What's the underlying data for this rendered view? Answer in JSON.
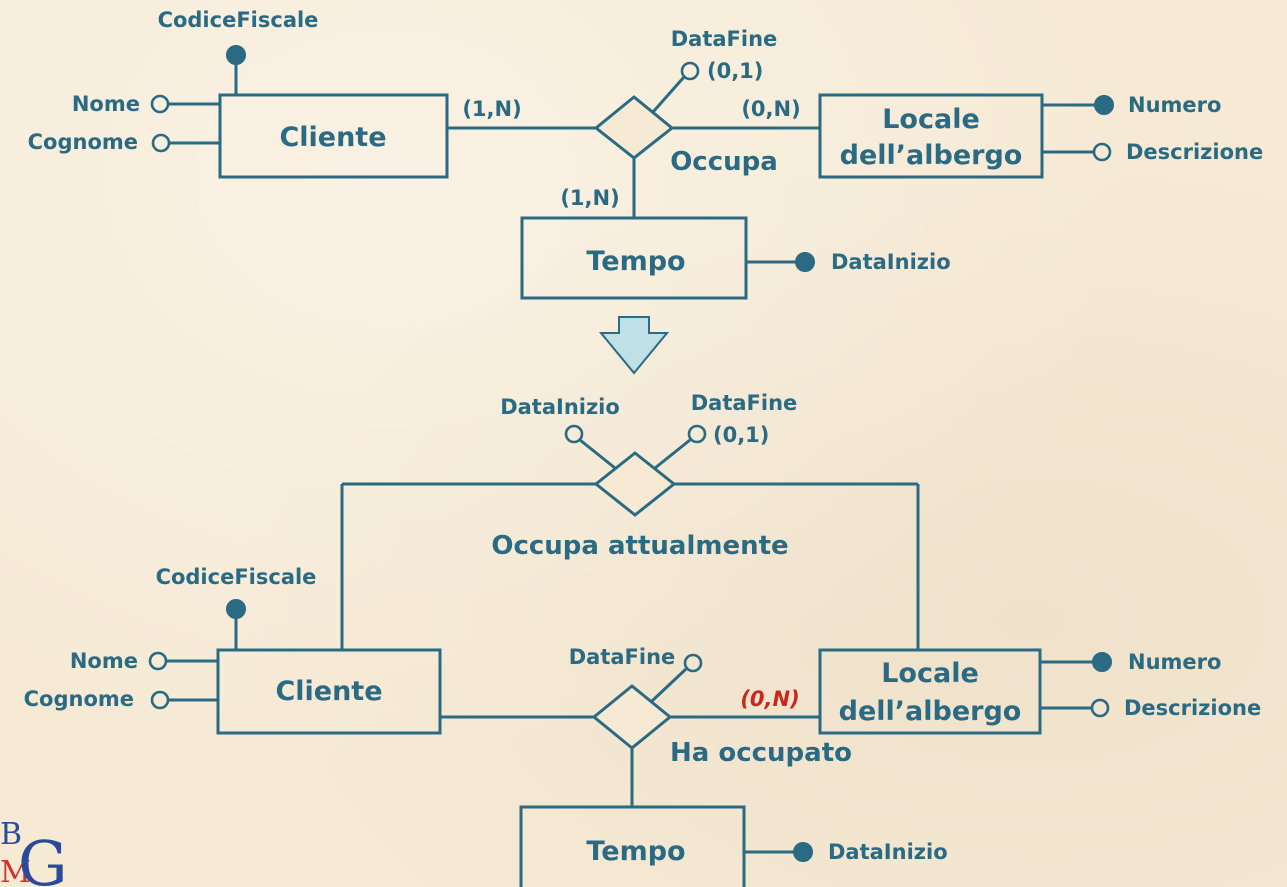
{
  "top": {
    "cliente": {
      "label": "Cliente",
      "attributes": {
        "codice_fiscale": "CodiceFiscale",
        "nome": "Nome",
        "cognome": "Cognome"
      }
    },
    "locale": {
      "label_line1": "Locale",
      "label_line2": "dell’albergo",
      "attributes": {
        "numero": "Numero",
        "descrizione": "Descrizione"
      }
    },
    "tempo": {
      "label": "Tempo",
      "attributes": {
        "data_inizio": "DataInizio"
      }
    },
    "relationship": {
      "label": "Occupa",
      "attributes": {
        "data_fine": "DataFine",
        "data_fine_card": "(0,1)"
      }
    },
    "cardinalities": {
      "cliente": "(1,N)",
      "locale": "(0,N)",
      "tempo": "(1,N)"
    }
  },
  "bottom": {
    "cliente": {
      "label": "Cliente",
      "attributes": {
        "codice_fiscale": "CodiceFiscale",
        "nome": "Nome",
        "cognome": "Cognome"
      }
    },
    "locale": {
      "label_line1": "Locale",
      "label_line2": "dell’albergo",
      "attributes": {
        "numero": "Numero",
        "descrizione": "Descrizione"
      }
    },
    "tempo": {
      "label": "Tempo",
      "attributes": {
        "data_inizio": "DataInizio"
      }
    },
    "current": {
      "label": "Occupa attualmente",
      "attributes": {
        "data_inizio": "DataInizio",
        "data_fine": "DataFine",
        "data_fine_card": "(0,1)"
      }
    },
    "past": {
      "label": "Ha occupato",
      "attributes": {
        "data_fine": "DataFine"
      },
      "locale_card": "(0,N)"
    }
  },
  "logo": {
    "b": "B",
    "m": "M",
    "g": "G"
  },
  "colors": {
    "ink": "#2a6a83",
    "highlight": "#c8281e",
    "background": "#f6ead5",
    "arrow_fill": "#bfe0e6"
  }
}
